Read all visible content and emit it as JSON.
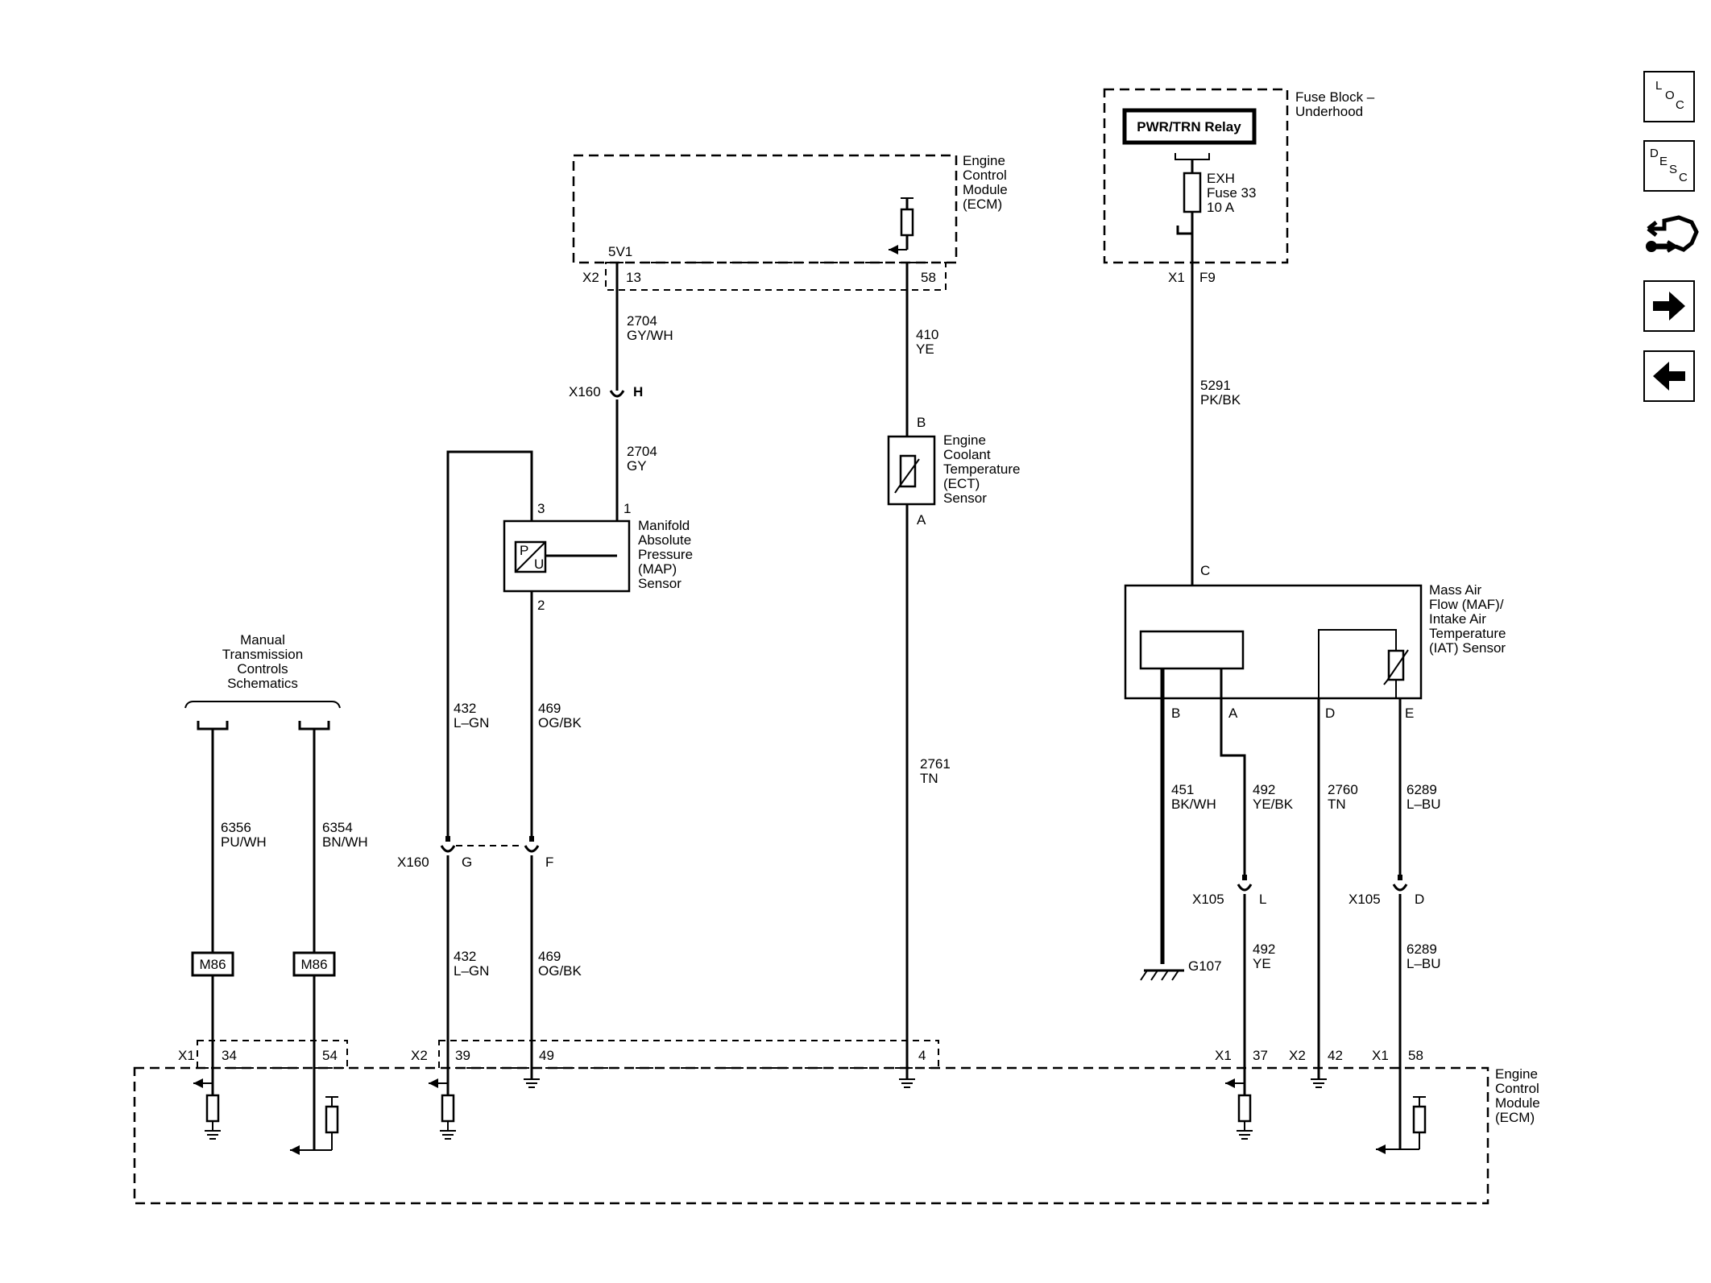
{
  "nav": {
    "loc": [
      "L",
      "O",
      "C"
    ],
    "desc": [
      "D",
      "E",
      "S",
      "C"
    ]
  },
  "ecm_top": {
    "name": [
      "Engine",
      "Control",
      "Module",
      "(ECM)"
    ],
    "pin_5v": "5V1",
    "conn": "X2",
    "pin_13": "13",
    "pin_58": "58"
  },
  "fuse_block": {
    "name": [
      "Fuse Block –",
      "Underhood"
    ],
    "relay": "PWR/TRN Relay",
    "fuse": [
      "EXH",
      "Fuse 33",
      "10 A"
    ],
    "conn": "X1",
    "pin": "F9"
  },
  "wires": {
    "w2704_top": [
      "2704",
      "GY/WH"
    ],
    "w2704_bot": [
      "2704",
      "GY"
    ],
    "w410": [
      "410",
      "YE"
    ],
    "w5291": [
      "5291",
      "PK/BK"
    ],
    "w2761": [
      "2761",
      "TN"
    ],
    "w432_up": [
      "432",
      "L–GN"
    ],
    "w469_up": [
      "469",
      "OG/BK"
    ],
    "w432_dn": [
      "432",
      "L–GN"
    ],
    "w469_dn": [
      "469",
      "OG/BK"
    ],
    "w6356": [
      "6356",
      "PU/WH"
    ],
    "w6354": [
      "6354",
      "BN/WH"
    ],
    "w451": [
      "451",
      "BK/WH"
    ],
    "w492_up": [
      "492",
      "YE/BK"
    ],
    "w2760": [
      "2760",
      "TN"
    ],
    "w6289_up": [
      "6289",
      "L–BU"
    ],
    "w492_dn": [
      "492",
      "YE"
    ],
    "w6289_dn": [
      "6289",
      "L–BU"
    ]
  },
  "x160_h": {
    "conn": "X160",
    "pin": "H"
  },
  "x160_gf": {
    "conn": "X160",
    "pin_g": "G",
    "pin_f": "F"
  },
  "x105_l": {
    "conn": "X105",
    "pin": "L"
  },
  "x105_d": {
    "conn": "X105",
    "pin": "D"
  },
  "ect": {
    "pin_b": "B",
    "pin_a": "A",
    "name": [
      "Engine",
      "Coolant",
      "Temperature",
      "(ECT)",
      "Sensor"
    ]
  },
  "map": {
    "pin_3": "3",
    "pin_1": "1",
    "pin_2": "2",
    "symbol_p": "P",
    "symbol_u": "U",
    "name": [
      "Manifold",
      "Absolute",
      "Pressure",
      "(MAP)",
      "Sensor"
    ]
  },
  "maf": {
    "pin_c": "C",
    "pin_b": "B",
    "pin_a": "A",
    "pin_d": "D",
    "pin_e": "E",
    "name": [
      "Mass Air",
      "Flow (MAF)/",
      "Intake Air",
      "Temperature",
      "(IAT) Sensor"
    ]
  },
  "mtc": {
    "name": [
      "Manual",
      "Transmission",
      "Controls",
      "Schematics"
    ],
    "conn": "M86"
  },
  "ground": {
    "name": "G107"
  },
  "ecm_bottom": {
    "name": [
      "Engine",
      "Control",
      "Module",
      "(ECM)"
    ],
    "x1": "X1",
    "x2": "X2",
    "p34": "34",
    "p54": "54",
    "p39": "39",
    "p49": "49",
    "p4": "4",
    "p37": "37",
    "p42": "42",
    "p58": "58"
  }
}
